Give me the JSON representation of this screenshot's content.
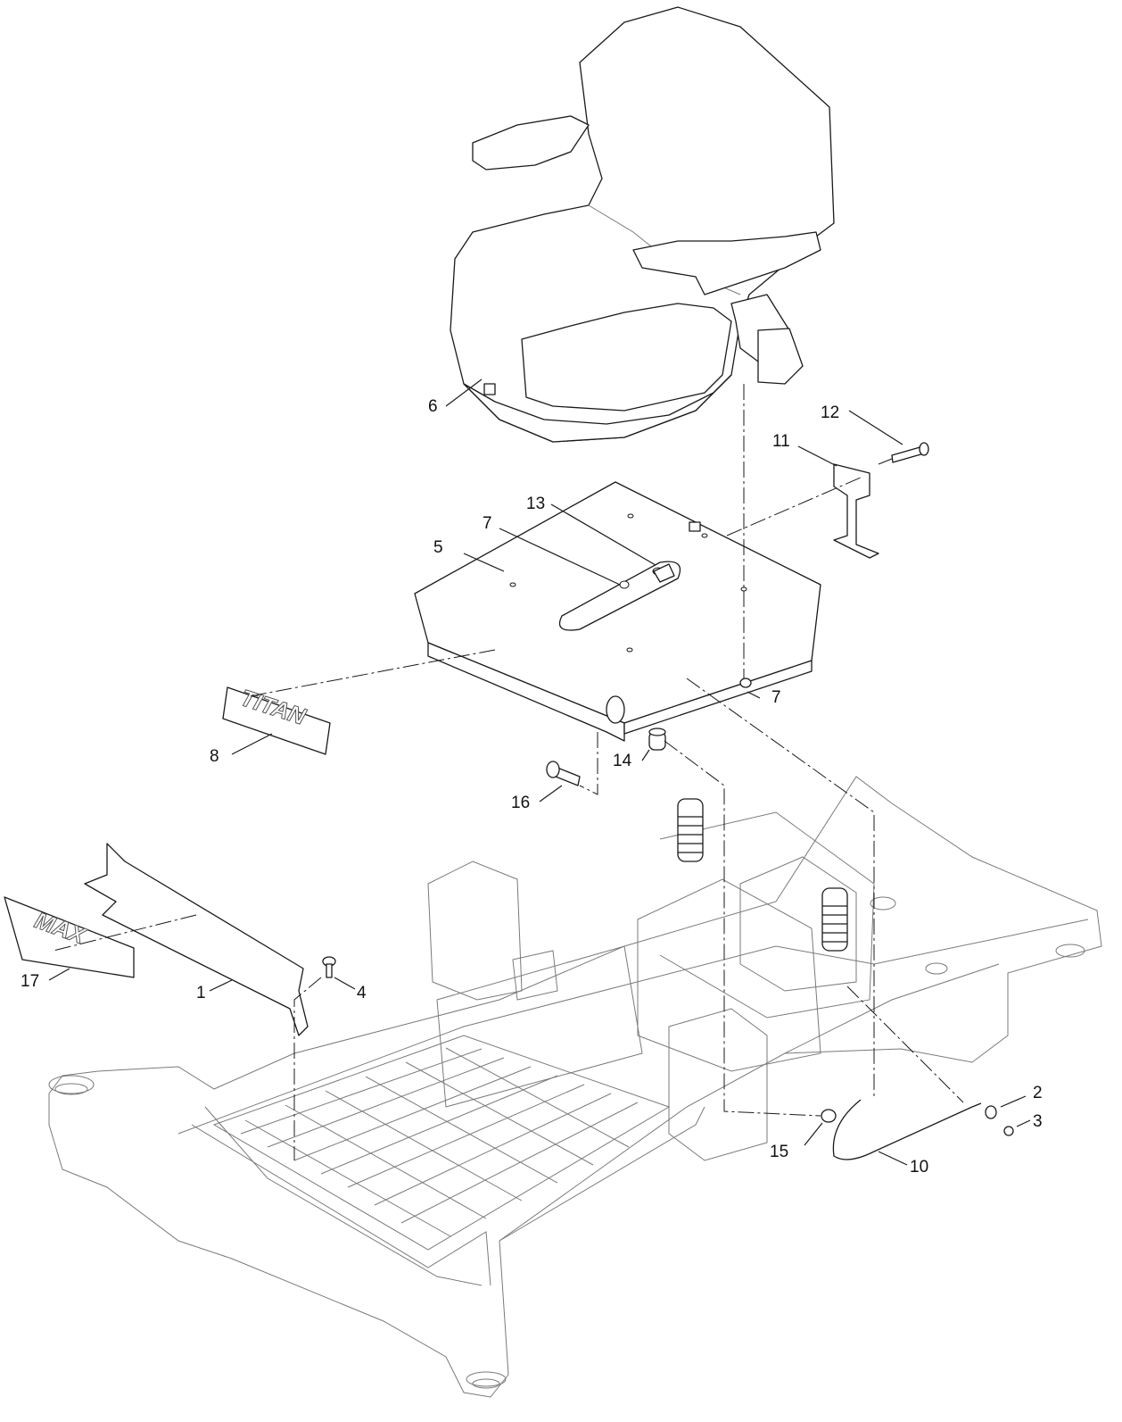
{
  "callouts": [
    {
      "id": "c1",
      "label": "1"
    },
    {
      "id": "c2",
      "label": "2"
    },
    {
      "id": "c3",
      "label": "3"
    },
    {
      "id": "c4",
      "label": "4"
    },
    {
      "id": "c5",
      "label": "5"
    },
    {
      "id": "c6",
      "label": "6"
    },
    {
      "id": "c7a",
      "label": "7"
    },
    {
      "id": "c7b",
      "label": "7"
    },
    {
      "id": "c8",
      "label": "8"
    },
    {
      "id": "c10",
      "label": "10"
    },
    {
      "id": "c11",
      "label": "11"
    },
    {
      "id": "c12",
      "label": "12"
    },
    {
      "id": "c13",
      "label": "13"
    },
    {
      "id": "c14",
      "label": "14"
    },
    {
      "id": "c15",
      "label": "15"
    },
    {
      "id": "c16",
      "label": "16"
    },
    {
      "id": "c17",
      "label": "17"
    }
  ],
  "decals": {
    "titan": "TITAN",
    "max": "MAX"
  }
}
